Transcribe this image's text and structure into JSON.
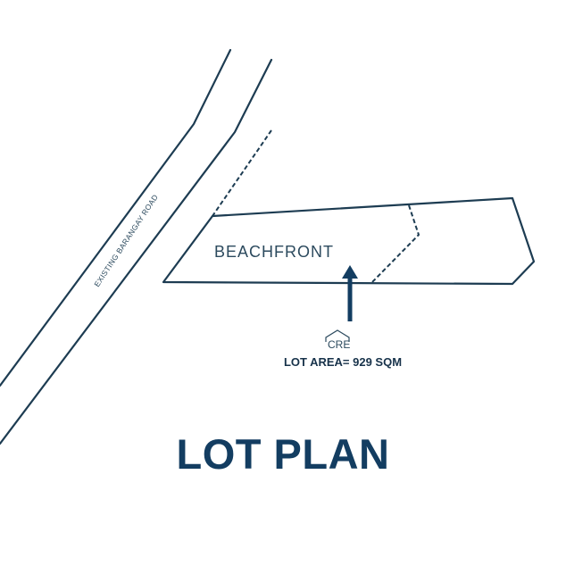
{
  "colors": {
    "line": "#1d3c52",
    "arrow": "#133d61",
    "title": "#133d61",
    "text": "#2c4a5e",
    "background": "#ffffff"
  },
  "road": {
    "label": "EXISTING BARANGAY ROAD"
  },
  "lot": {
    "label": "BEACHFRONT",
    "area_label": "LOT AREA= 929 SQM"
  },
  "logo": {
    "text": "CRE",
    "icon": "house-roof-icon"
  },
  "arrow": {
    "icon": "arrow-up-icon"
  },
  "title": "LOT PLAN"
}
